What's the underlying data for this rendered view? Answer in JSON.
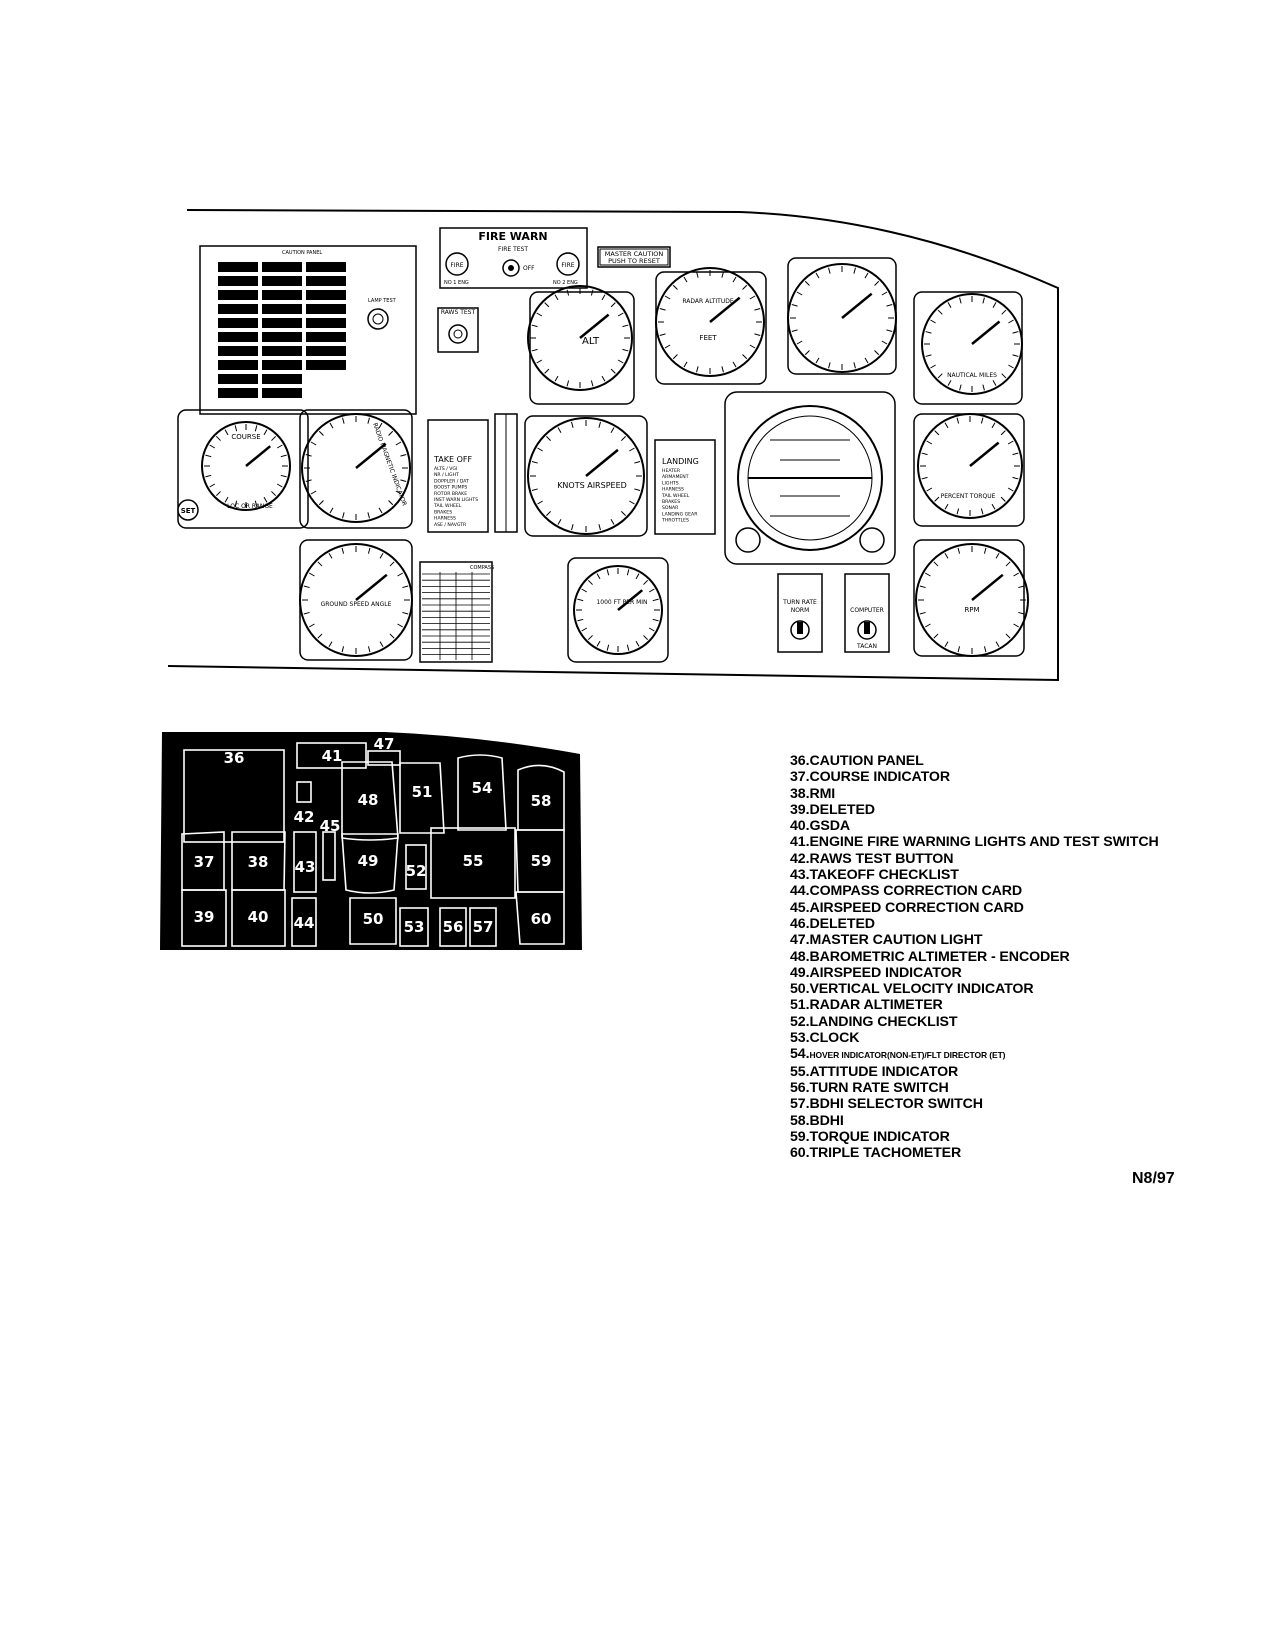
{
  "panel": {
    "caution_panel_title": "CAUTION PANEL",
    "lamp_test_label": "LAMP TEST",
    "fire_warn_title": "FIRE WARN",
    "fire_test_label": "FIRE TEST",
    "fire_label": "FIRE",
    "off_label": "OFF",
    "no1_eng_label": "NO 1 ENG",
    "no2_eng_label": "NO 2 ENG",
    "master_caution_line1": "MASTER CAUTION",
    "master_caution_line2": "PUSH TO RESET",
    "raws_test_label": "RAWS TEST",
    "radar_alt_label": "RADAR ALTITUDE",
    "feet_label": "FEET",
    "alt_label": "ALT",
    "course_label": "COURSE",
    "loc_or_range_label": "LOC OR RANGE",
    "set_label": "SET",
    "rmi_label": "RADIO MAGNETIC INDICATOR",
    "takeoff_card": {
      "title": "TAKE OFF",
      "lines": [
        "ALTS / VGI",
        "NR / LIGHT",
        "DOPPLER / DAT",
        "BOOST PUMPS",
        "ROTOR BRAKE",
        "INST WARN LIGHTS",
        "TAIL WHEEL",
        "BRAKES",
        "HARNESS",
        "ASE / NAVGTR"
      ]
    },
    "airspeed_label": "KNOTS AIRSPEED",
    "landing_card": {
      "title": "LANDING",
      "lines": [
        "HEATER",
        "ARMAMENT",
        "LIGHTS",
        "HARNESS",
        "TAIL WHEEL",
        "BRAKES",
        "SONAR",
        "LANDING GEAR",
        "THROTTLES"
      ]
    },
    "nautical_miles_label": "NAUTICAL MILES",
    "percent_torque_label": "PERCENT TORQUE",
    "rpm_label": "RPM",
    "turn_rate_label": "TURN RATE",
    "norm_label": "NORM",
    "computer_label": "COMPUTER",
    "tacan_label": "TACAN",
    "compass_card_title": "COMPASS",
    "vvi_label": "1000 FT PER MIN",
    "gsda_label": "GROUND SPEED ANGLE"
  },
  "key_diagram": {
    "labels": [
      "36",
      "37",
      "38",
      "39",
      "40",
      "41",
      "42",
      "43",
      "44",
      "45",
      "47",
      "48",
      "49",
      "50",
      "51",
      "52",
      "53",
      "54",
      "55",
      "56",
      "57",
      "58",
      "59",
      "60"
    ]
  },
  "legend": [
    {
      "num": "36",
      "text": "CAUTION PANEL"
    },
    {
      "num": "37",
      "text": "COURSE INDICATOR"
    },
    {
      "num": "38",
      "text": "RMI"
    },
    {
      "num": "39",
      "text": "DELETED"
    },
    {
      "num": "40",
      "text": "GSDA"
    },
    {
      "num": "41",
      "text": "ENGINE FIRE WARNING LIGHTS AND TEST SWITCH"
    },
    {
      "num": "42",
      "text": "RAWS TEST BUTTON"
    },
    {
      "num": "43",
      "text": "TAKEOFF CHECKLIST"
    },
    {
      "num": "44",
      "text": "COMPASS CORRECTION CARD"
    },
    {
      "num": "45",
      "text": "AIRSPEED CORRECTION CARD"
    },
    {
      "num": "46",
      "text": "DELETED"
    },
    {
      "num": "47",
      "text": "MASTER CAUTION LIGHT"
    },
    {
      "num": "48",
      "text": "BAROMETRIC ALTIMETER - ENCODER"
    },
    {
      "num": "49",
      "text": "AIRSPEED INDICATOR"
    },
    {
      "num": "50",
      "text": "VERTICAL VELOCITY INDICATOR"
    },
    {
      "num": "51",
      "text": "RADAR ALTIMETER"
    },
    {
      "num": "52",
      "text": "LANDING CHECKLIST"
    },
    {
      "num": "53",
      "text": "CLOCK"
    },
    {
      "num": "54",
      "text": "HOVER INDICATOR(NON-ET)/FLT DIRECTOR (ET)"
    },
    {
      "num": "55",
      "text": "ATTITUDE INDICATOR"
    },
    {
      "num": "56",
      "text": "TURN RATE SWITCH"
    },
    {
      "num": "57",
      "text": "BDHI SELECTOR SWITCH"
    },
    {
      "num": "58",
      "text": "BDHI"
    },
    {
      "num": "59",
      "text": "TORQUE INDICATOR"
    },
    {
      "num": "60",
      "text": "TRIPLE TACHOMETER"
    }
  ],
  "figure_id": "N8/97"
}
